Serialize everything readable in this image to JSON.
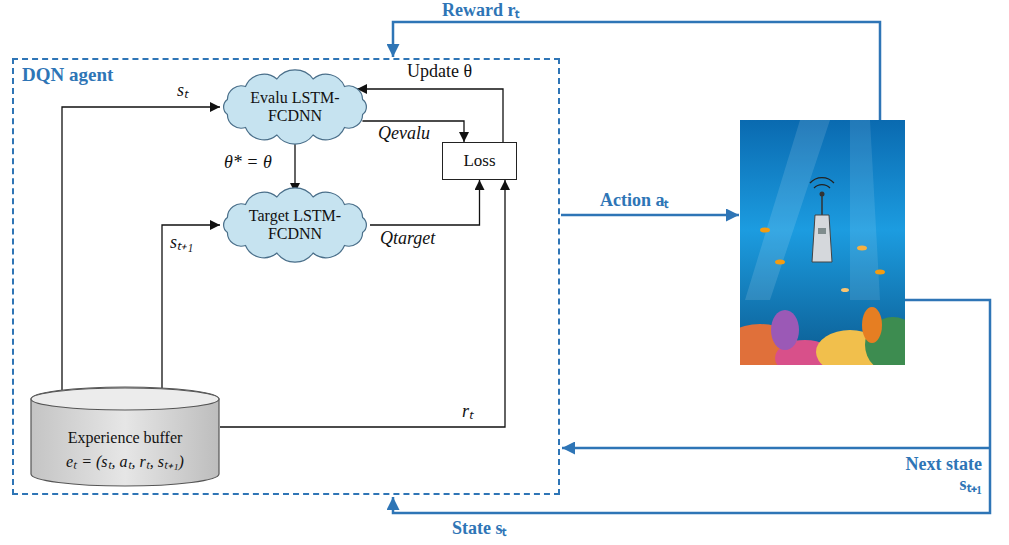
{
  "diagram": {
    "nodes": [
      {
        "text": [
          "DQN agent"
        ]
      },
      {
        "text": [
          "Evalu LSTM-FCDNN"
        ],
        "in": 0
      },
      {
        "text": [
          "Target LSTM-FCDNN"
        ],
        "in": 0
      },
      {
        "text": [
          "Loss"
        ],
        "in": 0
      },
      {
        "text": [
          "Experience buffer",
          "eₜ = (sₜ, aₜ, rₜ, sₜ₊₁)"
        ],
        "in": 0
      }
    ],
    "edges": [
      {
        "from": 4,
        "to": 1,
        "arrow": "to",
        "label": "sₜ"
      },
      {
        "from": 4,
        "to": 2,
        "arrow": "to",
        "label": "sₜ₊₁"
      },
      {
        "from": 1,
        "to": 2,
        "arrow": "to",
        "label": "θ* = θ"
      },
      {
        "from": 1,
        "to": 3,
        "arrow": "to",
        "label": "Qevalu"
      },
      {
        "from": 2,
        "to": 3,
        "arrow": "to",
        "label": "Qtarget"
      },
      {
        "from": 3,
        "to": 1,
        "arrow": "to",
        "label": "Update θ"
      },
      {
        "from": 4,
        "to": 3,
        "arrow": "to",
        "label": "rₜ"
      }
    ],
    "labels": [
      "Reward rₜ",
      "Action aₜ",
      "Next state sₜ₊₁",
      "State sₜ"
    ]
  }
}
